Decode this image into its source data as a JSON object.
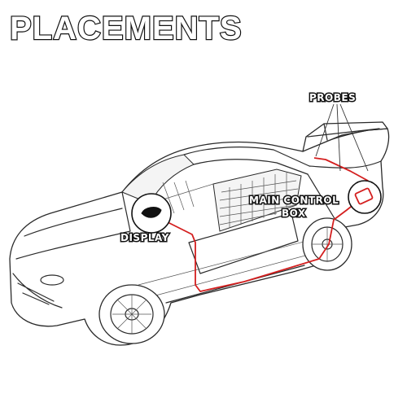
{
  "title": "PLACEMENTS",
  "labels": {
    "probes": "PROBES",
    "main_control_box_line1": "MAIN CONTROL",
    "main_control_box_line2": "BOX",
    "display": "DISPLAY"
  },
  "colors": {
    "wire": "#d41f1f",
    "outline": "#2a2a2a",
    "background": "#ffffff"
  },
  "icons": [
    "display-unit-icon",
    "main-control-box-icon"
  ]
}
